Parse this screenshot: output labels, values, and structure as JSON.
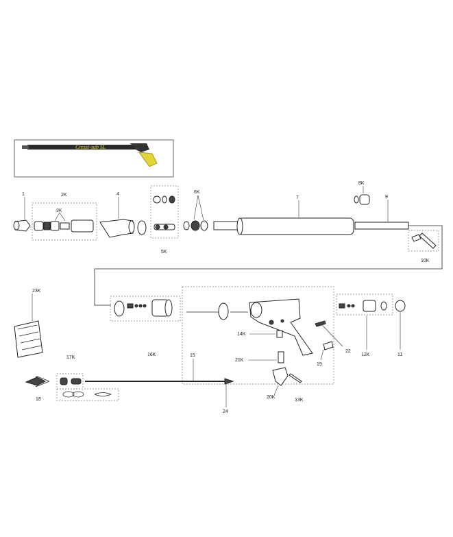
{
  "inset": {
    "brand_text": "Cressi-sub SL"
  },
  "labels": {
    "p1": "1",
    "p2k": "2K",
    "p3k": "3K",
    "p4": "4",
    "p5k": "5K",
    "p6k": "6K",
    "p7": "7",
    "p8k": "8K",
    "p9": "9",
    "p10k": "10K",
    "p11": "11",
    "p12k": "12K",
    "p13k": "13K",
    "p14k": "14K",
    "p15": "15",
    "p16k": "16K",
    "p17k": "17K",
    "p18": "18",
    "p19": "19",
    "p20k": "20K",
    "p21k": "21K",
    "p22": "22",
    "p23k": "23K",
    "p24": "24"
  }
}
